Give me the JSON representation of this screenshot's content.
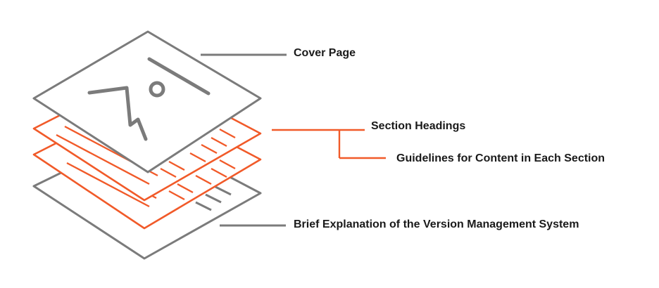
{
  "labels": {
    "cover_page": "Cover Page",
    "section_headings": "Section Headings",
    "guidelines": "Guidelines for Content in Each Section",
    "brief_explanation": "Brief Explanation of the Version Management System"
  },
  "icons": {
    "cover_illustration": "image-placeholder-icon"
  },
  "colors": {
    "accent": "#f15a29",
    "neutral": "#7b7b7b",
    "text": "#1a1a1a",
    "background": "#ffffff"
  }
}
